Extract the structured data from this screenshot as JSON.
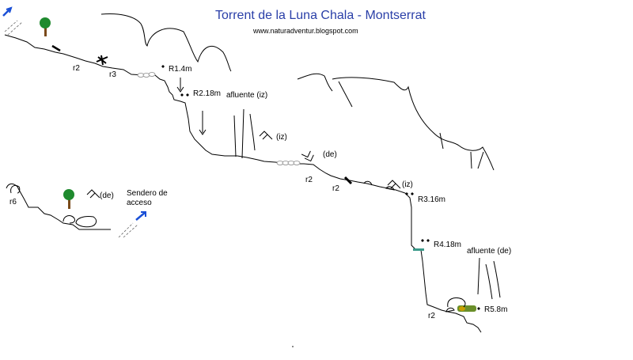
{
  "header": {
    "title": "Torrent de la Luna Chala - Montserrat",
    "url": "www.naturadventur.blogspot.com"
  },
  "labels": {
    "r2_top": "r2",
    "r3": "r3",
    "R1": "R1.4m",
    "R2": "R2.18m",
    "afluente_iz": "afluente (iz)",
    "iz_mid": "(iz)",
    "de_mid": "(de)",
    "r2_mid_a": "r2",
    "r2_mid_b": "r2",
    "iz_right": "(iz)",
    "R3": "R3.16m",
    "R4": "R4.18m",
    "afluente_de": "afluente (de)",
    "R5": "R5.8m",
    "r2_bottom": "r2",
    "r6": "r6",
    "de_left": "(de)",
    "sendero_1": "Sendero de",
    "sendero_2": "acceso"
  },
  "colors": {
    "title": "#2a3fa8",
    "arrow_blue": "#1a4fd6",
    "tree_green": "#1f8a2e",
    "trunk": "#7a4a1a",
    "pool": "#3a9a8a",
    "pool_green": "#6a8f2a"
  },
  "icons": [
    "tree-icon",
    "direction-arrow-icon",
    "fallen-tree-icon",
    "boulder-icon",
    "spring-icon"
  ]
}
